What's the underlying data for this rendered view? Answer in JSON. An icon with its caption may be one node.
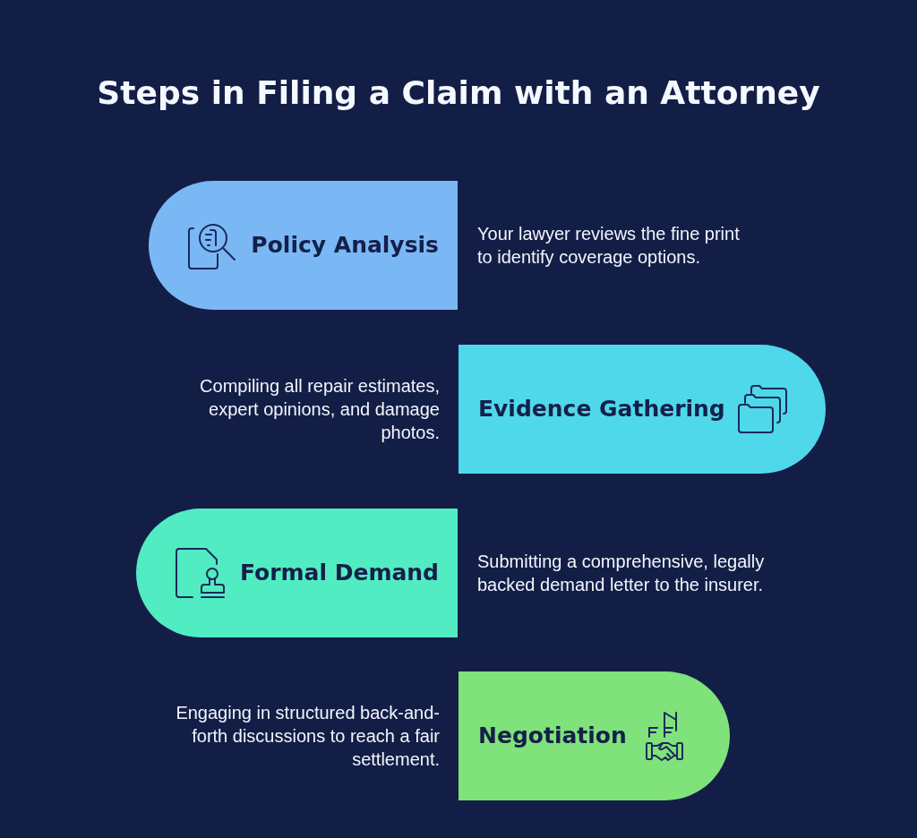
{
  "diagram": {
    "title": "Steps in Filing a Claim with an Attorney",
    "nodes": [
      {
        "text": [
          "Policy Analysis"
        ],
        "beside": [
          "Your lawyer reviews the fine print to identify coverage options."
        ]
      },
      {
        "text": [
          "Evidence Gathering"
        ],
        "beside": [
          "Compiling all repair estimates, expert opinions, and damage photos."
        ]
      },
      {
        "text": [
          "Formal Demand"
        ],
        "beside": [
          "Submitting a comprehensive, legally backed demand letter to the insurer."
        ]
      },
      {
        "text": [
          "Negotiation"
        ],
        "beside": [
          "Engaging in structured back-and-forth discussions to reach a fair settlement."
        ]
      }
    ]
  }
}
